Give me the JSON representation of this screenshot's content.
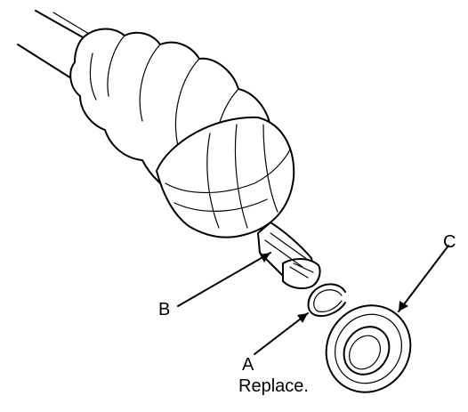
{
  "labels": {
    "a": "A",
    "a_note": "Replace.",
    "b": "B",
    "c": "C"
  },
  "parts": {
    "shaft": "drive-shaft",
    "boot": "cv-joint-boot",
    "housing": "outboard-joint-housing",
    "spline": "splined-stub",
    "ring": "set-ring",
    "seal": "dust-seal"
  },
  "colors": {
    "ink": "#000000",
    "paper": "#ffffff"
  }
}
